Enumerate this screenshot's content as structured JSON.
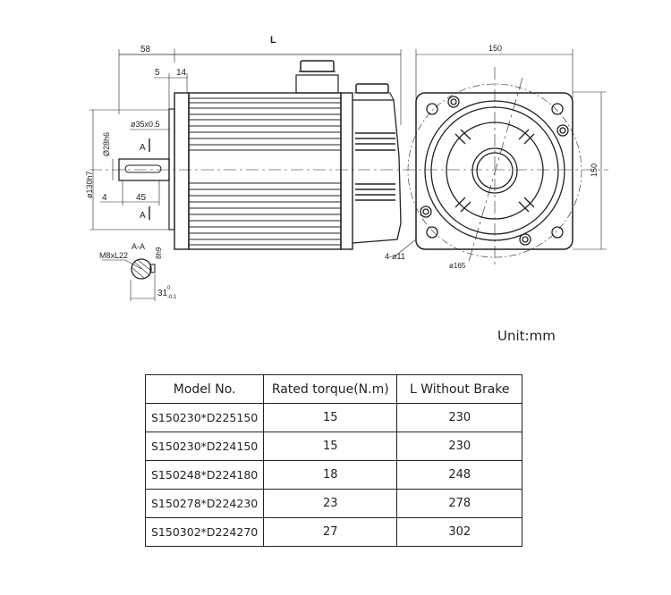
{
  "drawing": {
    "side_view": {
      "overall_length_label": "L",
      "shaft_length": "58",
      "dim_5": "5",
      "dim_14": "14",
      "flange_relief": "ø35x0.5",
      "shaft_diameter": "Ø28h6",
      "spigot_diameter": "ø130h7",
      "dim_4": "4",
      "key_length": "45",
      "section_marker": "A"
    },
    "section_view": {
      "title": "A-A",
      "thread": "M8xL22",
      "key_width": "8h9",
      "key_height": "31",
      "key_height_tol_upper": "0",
      "key_height_tol_lower": "-0.1"
    },
    "front_view": {
      "width": "150",
      "height": "150",
      "holes": "4-ø11",
      "pcd": "ø165"
    }
  },
  "unit_label": "Unit:mm",
  "table": {
    "headers": [
      "Model No.",
      "Rated torque(N.m)",
      "L Without Brake"
    ],
    "rows": [
      {
        "model": "S150230*D225150",
        "torque": "15",
        "length": "230"
      },
      {
        "model": "S150230*D224150",
        "torque": "15",
        "length": "230"
      },
      {
        "model": "S150248*D224180",
        "torque": "18",
        "length": "248"
      },
      {
        "model": "S150278*D224230",
        "torque": "23",
        "length": "278"
      },
      {
        "model": "S150302*D224270",
        "torque": "27",
        "length": "302"
      }
    ]
  }
}
